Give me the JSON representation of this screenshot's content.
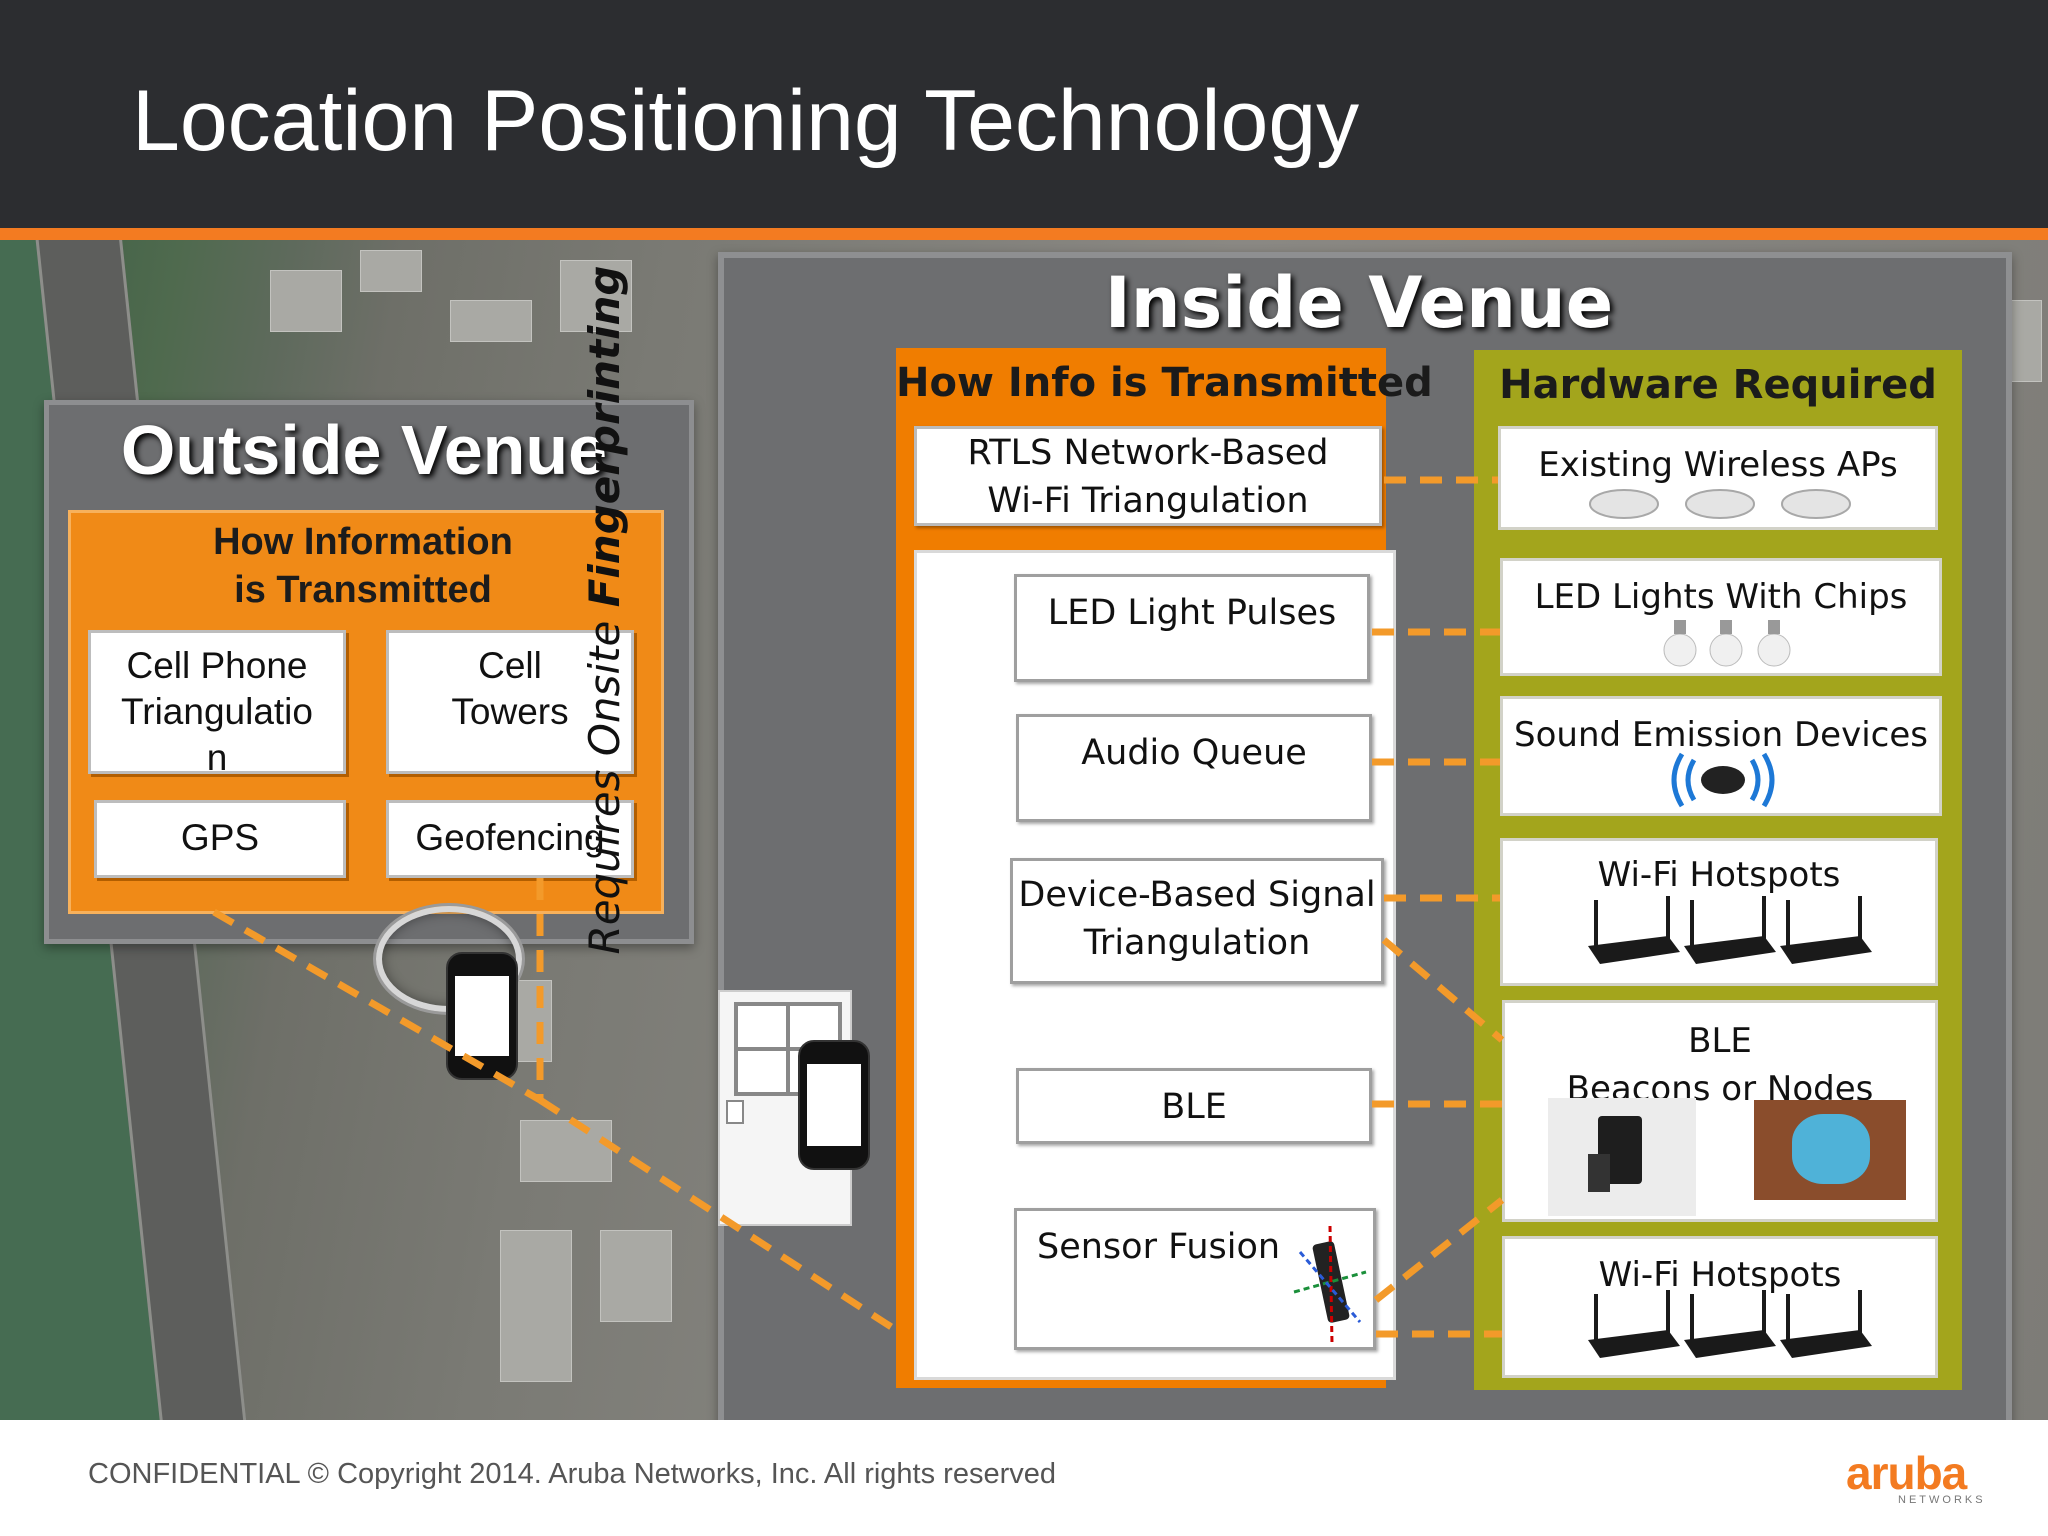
{
  "slide": {
    "title": "Location Positioning Technology",
    "accent_color": "#f37b21",
    "header_color": "#2c2d30"
  },
  "outside_venue": {
    "title": "Outside Venue",
    "subtitle_line1": "How Information",
    "subtitle_line2": "is Transmitted",
    "items": [
      {
        "line1": "Cell Phone",
        "line2": "Triangulatio",
        "line3": "n"
      },
      {
        "line1": "Cell",
        "line2": "Towers"
      },
      {
        "line1": "GPS"
      },
      {
        "line1": "Geofencing"
      }
    ]
  },
  "inside_venue": {
    "title": "Inside Venue",
    "transmission": {
      "title": "How Info is Transmitted",
      "rtls_line1": "RTLS Network-Based",
      "rtls_line2": "Wi-Fi Triangulation",
      "fingerprint_prefix": "Requires Onsite ",
      "fingerprint_emphasis": "Fingerprinting",
      "methods": [
        {
          "line1": "LED Light Pulses"
        },
        {
          "line1": "Audio Queue"
        },
        {
          "line1": "Device-Based Signal",
          "line2": "Triangulation"
        },
        {
          "line1": "BLE"
        },
        {
          "line1": "Sensor Fusion"
        }
      ]
    },
    "hardware": {
      "title": "Hardware Required",
      "items": [
        {
          "line1": "Existing Wireless APs",
          "icon": "access-point-icon"
        },
        {
          "line1": "LED Lights With Chips",
          "icon": "light-bulb-icon"
        },
        {
          "line1": "Sound Emission Devices",
          "icon": "sound-wave-icon"
        },
        {
          "line1": "Wi-Fi Hotspots",
          "icon": "router-icon"
        },
        {
          "line1": "BLE",
          "line2": "Beacons or Nodes",
          "icon": "beacon-icon"
        },
        {
          "line1": "Wi-Fi Hotspots",
          "icon": "router-icon"
        }
      ]
    }
  },
  "footer": {
    "copyright": "CONFIDENTIAL © Copyright 2014. Aruba Networks, Inc. All rights reserved",
    "logo": "aruba",
    "logo_sub": "NETWORKS"
  }
}
